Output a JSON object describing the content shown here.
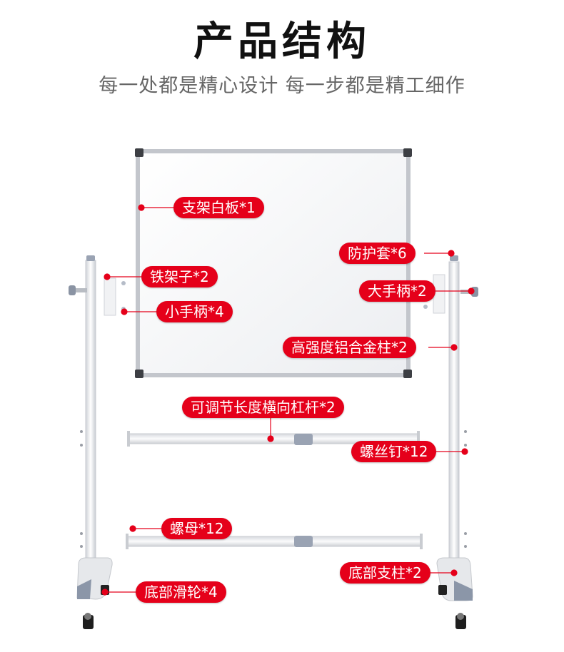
{
  "header": {
    "title": "产品结构",
    "subtitle": "每一处都是精心设计 每一步都是精工细作"
  },
  "labels": {
    "board": "支架白板*1",
    "iron_frame": "铁架子*2",
    "small_handle": "小手柄*4",
    "protective_cap": "防护套*6",
    "big_handle": "大手柄*2",
    "alloy_column": "高强度铝合金柱*2",
    "crossbar": "可调节长度横向杠杆*2",
    "screw": "螺丝钉*12",
    "nut": "螺母*12",
    "base_column": "底部支柱*2",
    "caster": "底部滑轮*4"
  },
  "colors": {
    "accent": "#e5001a",
    "frame": "#b9bcc2",
    "board": "#f4f5f7",
    "part_blue": "#9aa3b3"
  }
}
